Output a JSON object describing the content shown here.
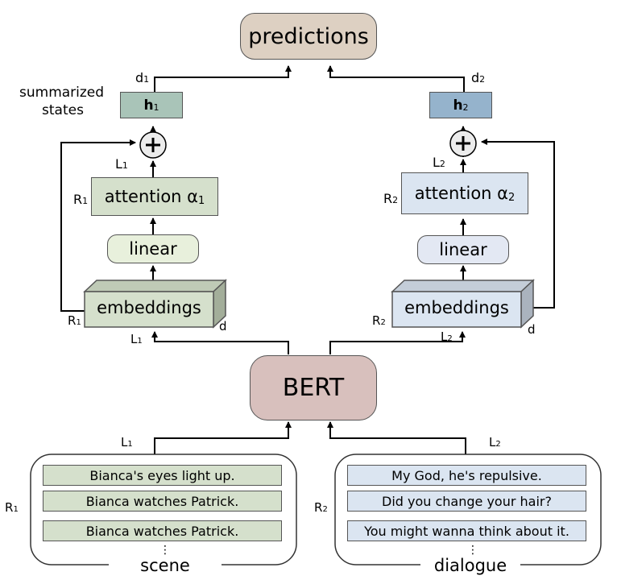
{
  "top": {
    "predictions": "predictions",
    "bert": "BERT"
  },
  "left_branch": {
    "summarized_states": [
      "summarized",
      "states"
    ],
    "d_label": "d",
    "d_sub": "1",
    "h_label": "h",
    "h_sub": "1",
    "plus": "+",
    "L_top": "L",
    "L_top_sub": "1",
    "R_label": "R",
    "R_sub": "1",
    "attention": "attention α",
    "attention_sub": "1",
    "linear": "linear",
    "embeddings": "embeddings",
    "emb_R": "R",
    "emb_R_sub": "1",
    "emb_d": "d",
    "emb_L": "L",
    "emb_L_sub": "1"
  },
  "right_branch": {
    "d_label": "d",
    "d_sub": "2",
    "h_label": "h",
    "h_sub": "2",
    "plus": "+",
    "L_top": "L",
    "L_top_sub": "2",
    "R_label": "R",
    "R_sub": "2",
    "attention": "attention α",
    "attention_sub": "2",
    "linear": "linear",
    "embeddings": "embeddings",
    "emb_R": "R",
    "emb_R_sub": "2",
    "emb_d": "d",
    "emb_L": "L",
    "emb_L_sub": "2"
  },
  "scene": {
    "L_label": "L",
    "L_sub": "1",
    "R_label": "R",
    "R_sub": "1",
    "items": [
      "Bianca's eyes light up.",
      "Bianca watches Patrick.",
      "Bianca watches Patrick."
    ],
    "ellipsis": "⋮",
    "caption": "scene"
  },
  "dialogue": {
    "L_label": "L",
    "L_sub": "2",
    "R_label": "R",
    "R_sub": "2",
    "items": [
      "My God, he's repulsive.",
      "Did you change your hair?",
      "You might wanna think about it."
    ],
    "ellipsis": "⋮",
    "caption": "dialogue"
  },
  "colors": {
    "green_box": "#d5e0cc",
    "green_light": "#e8f0dc",
    "blue_box": "#dbe5f1",
    "blue_light": "#e3e8f3",
    "h1_fill": "#a9c4b8",
    "h2_fill": "#95b3cc",
    "pred_fill": "#ddd0c2",
    "bert_fill": "#d8c0bd"
  }
}
